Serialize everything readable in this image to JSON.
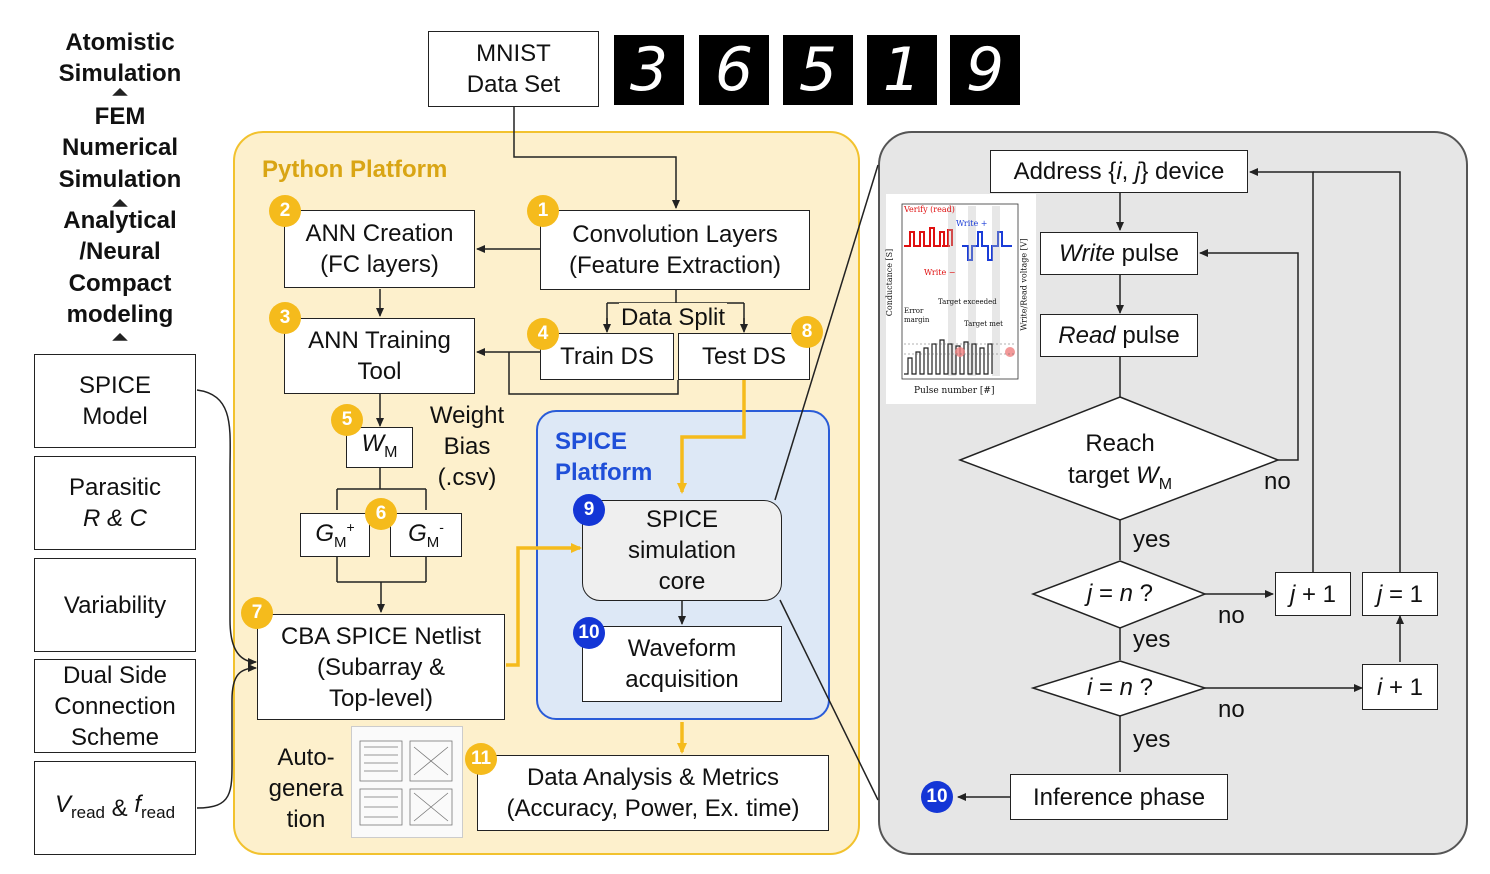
{
  "flow_stages": [
    "Atomistic",
    "Simulation",
    "FEM",
    "Numerical",
    "Simulation",
    "Analytical",
    "/Neural",
    "Compact",
    "modeling"
  ],
  "side_inputs": {
    "spice_model": [
      "SPICE",
      "Model"
    ],
    "parasitic": [
      "Parasitic",
      "R & C"
    ],
    "variability": "Variability",
    "dual_side": [
      "Dual Side",
      "Connection",
      "Scheme"
    ],
    "vread_main": "V",
    "vread_sub": "read",
    "amp": " & ",
    "fread_main": "f",
    "fread_sub": "read"
  },
  "mnist": {
    "line1": "MNIST",
    "line2": "Data Set",
    "digits": [
      "3",
      "6",
      "5",
      "1",
      "9"
    ]
  },
  "python": {
    "title": "Python Platform",
    "conv": [
      "Convolution Layers",
      "(Feature Extraction)"
    ],
    "ann_creation": [
      "ANN Creation",
      "(FC layers)"
    ],
    "ann_training": [
      "ANN Training",
      "Tool"
    ],
    "data_split": "Data Split",
    "train_ds": "Train DS",
    "test_ds": "Test DS",
    "wm_main": "W",
    "wm_sub": "M",
    "weight_bias": [
      "Weight",
      "Bias",
      "(.csv)"
    ],
    "gm_plus_main": "G",
    "gm_plus_sub": "M",
    "gm_plus_sup": "+",
    "gm_minus_main": "G",
    "gm_minus_sub": "M",
    "gm_minus_sup": "-",
    "netlist": [
      "CBA SPICE Netlist",
      "(Subarray &",
      "Top-level)"
    ],
    "auto": [
      "Auto-",
      "genera",
      "tion"
    ],
    "analysis": [
      "Data Analysis & Metrics",
      "(Accuracy, Power, Ex. time)"
    ]
  },
  "spice": {
    "title": [
      "SPICE",
      "Platform"
    ],
    "core": [
      "SPICE",
      "simulation",
      "core"
    ],
    "waveform": [
      "Waveform",
      "acquisition"
    ]
  },
  "badges": [
    "1",
    "2",
    "3",
    "4",
    "5",
    "6",
    "7",
    "8",
    "9",
    "10",
    "11"
  ],
  "flowchart": {
    "address_pre": "Address {",
    "address_i": "i",
    "address_mid": ", ",
    "address_j": "j",
    "address_post": "} device",
    "write_em": "Write",
    "write_rest": " pulse",
    "read_em": "Read",
    "read_rest": " pulse",
    "reach": "Reach",
    "target_pre": "target ",
    "target_w": "W",
    "target_sub": "M",
    "j_check_var": "j",
    "j_check_rest": " = ",
    "j_check_n": "n",
    "j_check_q": " ?",
    "i_check_var": "i",
    "i_check_rest": " = ",
    "i_check_n": "n",
    "i_check_q": " ?",
    "j_plus_var": "j",
    "j_plus_rest": " + 1",
    "j_one_var": "j",
    "j_one_rest": " = 1",
    "i_plus_var": "i",
    "i_plus_rest": " + 1",
    "yes": "yes",
    "no": "no",
    "inference": "Inference phase",
    "inference_badge": "10"
  },
  "waveform_inset": {
    "verify": "Verify (read)",
    "write_plus": "Write +",
    "write_minus": "Write −",
    "conductance": "Conductance [S]",
    "voltage": "Write/Read voltage [V]",
    "pulse": "Pulse number [#]",
    "error": "Error",
    "margin": "margin",
    "exceeded": "Target exceeded",
    "target_met": "Target met"
  },
  "colors": {
    "python_bg": "#fdf0cc",
    "python_border": "#f2c22e",
    "spice_bg": "#dde8f6",
    "spice_border": "#2a5cd8",
    "flow_bg": "#e6e6e6",
    "yellow": "#f5bb1c",
    "blue": "#1436d6"
  }
}
